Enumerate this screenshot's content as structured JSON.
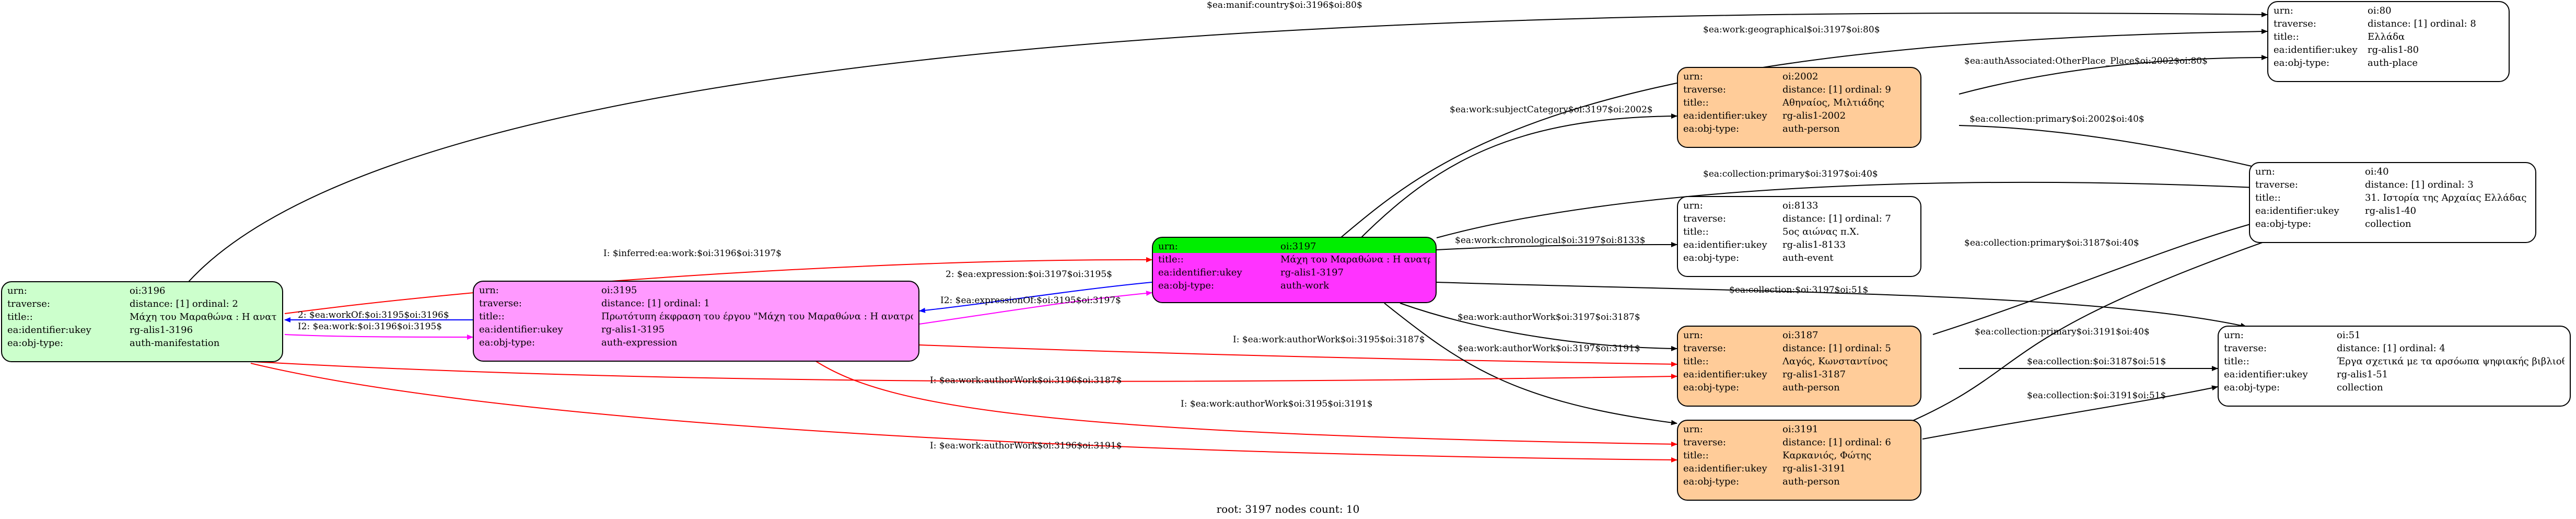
{
  "colors": {
    "manifestation": "#ccffcc",
    "expression": "#ff99ff",
    "work": "#ff33ff",
    "person": "#ffcc99",
    "plain": "#ffffff",
    "root_highlight": "#00ee00",
    "edge_red": "#ff0000",
    "edge_blue": "#0000ff",
    "edge_magenta": "#ff00ff",
    "edge_black": "#000000"
  },
  "nodes": {
    "oi3196": {
      "urn_key": "urn:",
      "urn": "oi:3196",
      "traverse_key": "traverse:",
      "traverse": "distance: [1]     ordinal: 2",
      "title_key": "title::",
      "title": "Μάχη του Μαραθώνα : Η ανατροπή",
      "ukey_key": "ea:identifier:ukey",
      "ukey": "rg-alis1-3196",
      "type_key": "ea:obj-type:",
      "type": "auth-manifestation"
    },
    "oi3195": {
      "urn_key": "urn:",
      "urn": "oi:3195",
      "traverse_key": "traverse:",
      "traverse": "distance: [1]     ordinal: 1",
      "title_key": "title::",
      "title": "Πρωτότυπη έκφραση του έργου \"Μάχη του Μαραθώνα : Η ανατροπ...",
      "ukey_key": "ea:identifier:ukey",
      "ukey": "rg-alis1-3195",
      "type_key": "ea:obj-type:",
      "type": "auth-expression"
    },
    "oi3197": {
      "urn_key": "urn:",
      "urn": "oi:3197",
      "title_key": "title::",
      "title": "Μάχη του Μαραθώνα : Η ανατροπή",
      "ukey_key": "ea:identifier:ukey",
      "ukey": "rg-alis1-3197",
      "type_key": "ea:obj-type:",
      "type": "auth-work"
    },
    "oi80": {
      "urn_key": "urn:",
      "urn": "oi:80",
      "traverse_key": "traverse:",
      "traverse": "distance: [1]     ordinal: 8",
      "title_key": "title::",
      "title": "Ελλάδα",
      "ukey_key": "ea:identifier:ukey",
      "ukey": "rg-alis1-80",
      "type_key": "ea:obj-type:",
      "type": "auth-place"
    },
    "oi2002": {
      "urn_key": "urn:",
      "urn": "oi:2002",
      "traverse_key": "traverse:",
      "traverse": "distance: [1]     ordinal: 9",
      "title_key": "title::",
      "title": "Αθηναίος, Μιλτιάδης",
      "ukey_key": "ea:identifier:ukey",
      "ukey": "rg-alis1-2002",
      "type_key": "ea:obj-type:",
      "type": "auth-person"
    },
    "oi40": {
      "urn_key": "urn:",
      "urn": "oi:40",
      "traverse_key": "traverse:",
      "traverse": "distance: [1]     ordinal: 3",
      "title_key": "title::",
      "title": "31. Ιστορία της Αρχαίας Ελλάδας",
      "ukey_key": "ea:identifier:ukey",
      "ukey": "rg-alis1-40",
      "type_key": "ea:obj-type:",
      "type": "collection"
    },
    "oi8133": {
      "urn_key": "urn:",
      "urn": "oi:8133",
      "traverse_key": "traverse:",
      "traverse": "distance: [1]     ordinal: 7",
      "title_key": "title::",
      "title": "5ος αιώνας π.Χ.",
      "ukey_key": "ea:identifier:ukey",
      "ukey": "rg-alis1-8133",
      "type_key": "ea:obj-type:",
      "type": "auth-event"
    },
    "oi3187": {
      "urn_key": "urn:",
      "urn": "oi:3187",
      "traverse_key": "traverse:",
      "traverse": "distance: [1]     ordinal: 5",
      "title_key": "title::",
      "title": "Λαγός, Κωνσταντίνος",
      "ukey_key": "ea:identifier:ukey",
      "ukey": "rg-alis1-3187",
      "type_key": "ea:obj-type:",
      "type": "auth-person"
    },
    "oi3191": {
      "urn_key": "urn:",
      "urn": "oi:3191",
      "traverse_key": "traverse:",
      "traverse": "distance: [1]     ordinal: 6",
      "title_key": "title::",
      "title": "Καρκανιός, Φώτης",
      "ukey_key": "ea:identifier:ukey",
      "ukey": "rg-alis1-3191",
      "type_key": "ea:obj-type:",
      "type": "auth-person"
    },
    "oi51": {
      "urn_key": "urn:",
      "urn": "oi:51",
      "traverse_key": "traverse:",
      "traverse": "distance: [1]     ordinal: 4",
      "title_key": "title::",
      "title": "Έργα σχετικά με τα αρσόωπα ψηφιακής βιβλιοθήκης",
      "ukey_key": "ea:identifier:ukey",
      "ukey": "rg-alis1-51",
      "type_key": "ea:obj-type:",
      "type": "collection"
    }
  },
  "edges": [
    {
      "label": "$ea:manif:country$oi:3196$oi:80$",
      "color": "#000000"
    },
    {
      "label": "$ea:work:geographical$oi:3197$oi:80$",
      "color": "#000000"
    },
    {
      "label": "$ea:authAssociated:OtherPlace_Place$oi:2002$oi:80$",
      "color": "#000000"
    },
    {
      "label": "$ea:work:subjectCategory$oi:3197$oi:2002$",
      "color": "#000000"
    },
    {
      "label": "$ea:collection:primary$oi:2002$oi:40$",
      "color": "#000000"
    },
    {
      "label": "$ea:collection:primary$oi:3197$oi:40$",
      "color": "#000000"
    },
    {
      "label": "$ea:work:chronological$oi:3197$oi:8133$",
      "color": "#000000"
    },
    {
      "label": "I: $inferred:ea:work:$oi:3196$oi:3197$",
      "color": "#ff0000"
    },
    {
      "label": "2: $ea:expression:$oi:3197$oi:3195$",
      "color": "#0000ff"
    },
    {
      "label": "I2: $ea:expressionOf:$oi:3195$oi:3197$",
      "color": "#ff00ff"
    },
    {
      "label": "$ea:collection:$oi:3197$oi:51$",
      "color": "#000000"
    },
    {
      "label": "$ea:collection:primary$oi:3187$oi:40$",
      "color": "#000000"
    },
    {
      "label": "2: $ea:workOf:$oi:3195$oi:3196$",
      "color": "#0000ff"
    },
    {
      "label": "I2: $ea:work:$oi:3196$oi:3195$",
      "color": "#ff00ff"
    },
    {
      "label": "$ea:work:authorWork$oi:3197$oi:3187$",
      "color": "#000000"
    },
    {
      "label": "I: $ea:work:authorWork$oi:3195$oi:3187$",
      "color": "#ff0000"
    },
    {
      "label": "$ea:work:authorWork$oi:3197$oi:3191$",
      "color": "#000000"
    },
    {
      "label": "$ea:collection:primary$oi:3191$oi:40$",
      "color": "#000000"
    },
    {
      "label": "I: $ea:work:authorWork$oi:3196$oi:3187$",
      "color": "#ff0000"
    },
    {
      "label": "$ea:collection:$oi:3187$oi:51$",
      "color": "#000000"
    },
    {
      "label": "I: $ea:work:authorWork$oi:3195$oi:3191$",
      "color": "#ff0000"
    },
    {
      "label": "$ea:collection:$oi:3191$oi:51$",
      "color": "#000000"
    },
    {
      "label": "I: $ea:work:authorWork$oi:3196$oi:3191$",
      "color": "#ff0000"
    }
  ],
  "footer": "root: 3197 nodes count: 10"
}
